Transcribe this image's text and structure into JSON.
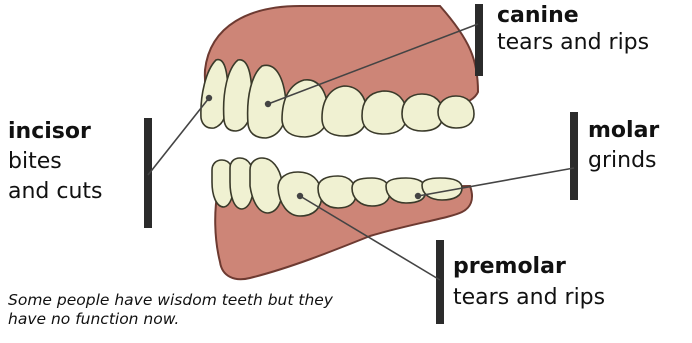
{
  "labels": {
    "canine": {
      "name": "canine",
      "desc": "tears and rips"
    },
    "incisor": {
      "name": "incisor",
      "desc_line1": "bites",
      "desc_line2": "and cuts"
    },
    "molar": {
      "name": "molar",
      "desc": "grinds"
    },
    "premolar": {
      "name": "premolar",
      "desc": "tears and rips"
    }
  },
  "note": "Some people have wisdom teeth but they have no function now.",
  "colors": {
    "gum": "#cd8577",
    "gum_outline": "#6d3a31",
    "tooth": "#f0f1d2",
    "tooth_outline": "#3a3a2a",
    "bar": "#2b2b2b",
    "pointer": "#444444"
  }
}
